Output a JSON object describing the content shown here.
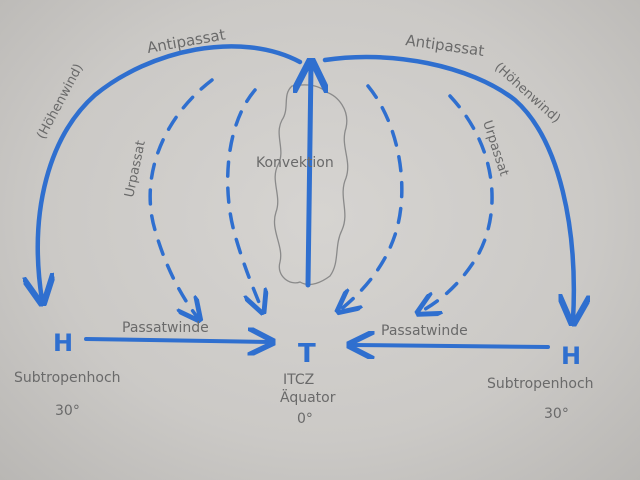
{
  "colors": {
    "paper": "#d2d0cd",
    "blue_ink": "#2f6fcf",
    "pencil": "#6a6a6a",
    "cloud": "#8a8a8a"
  },
  "labels": {
    "antipassat_left": "Antipassat",
    "hoehenwind_left": "(Höhenwind)",
    "antipassat_right": "Antipassat",
    "hoehenwind_right": "(Höhenwind)",
    "urpassat_left": "Urpassat",
    "urpassat_right": "Urpassat",
    "konvektion": "Konvektion",
    "passatwinde_left": "Passatwinde",
    "passatwinde_right": "Passatwinde",
    "subtropenhoch_left": "Subtropenhoch",
    "subtropenhoch_right": "Subtropenhoch",
    "deg_left": "30°",
    "deg_right": "30°",
    "itcz": "ITCZ",
    "aequator": "Äquator",
    "deg_center": "0°"
  },
  "symbols": {
    "high_left": "H",
    "high_right": "H",
    "low_center": "T"
  }
}
